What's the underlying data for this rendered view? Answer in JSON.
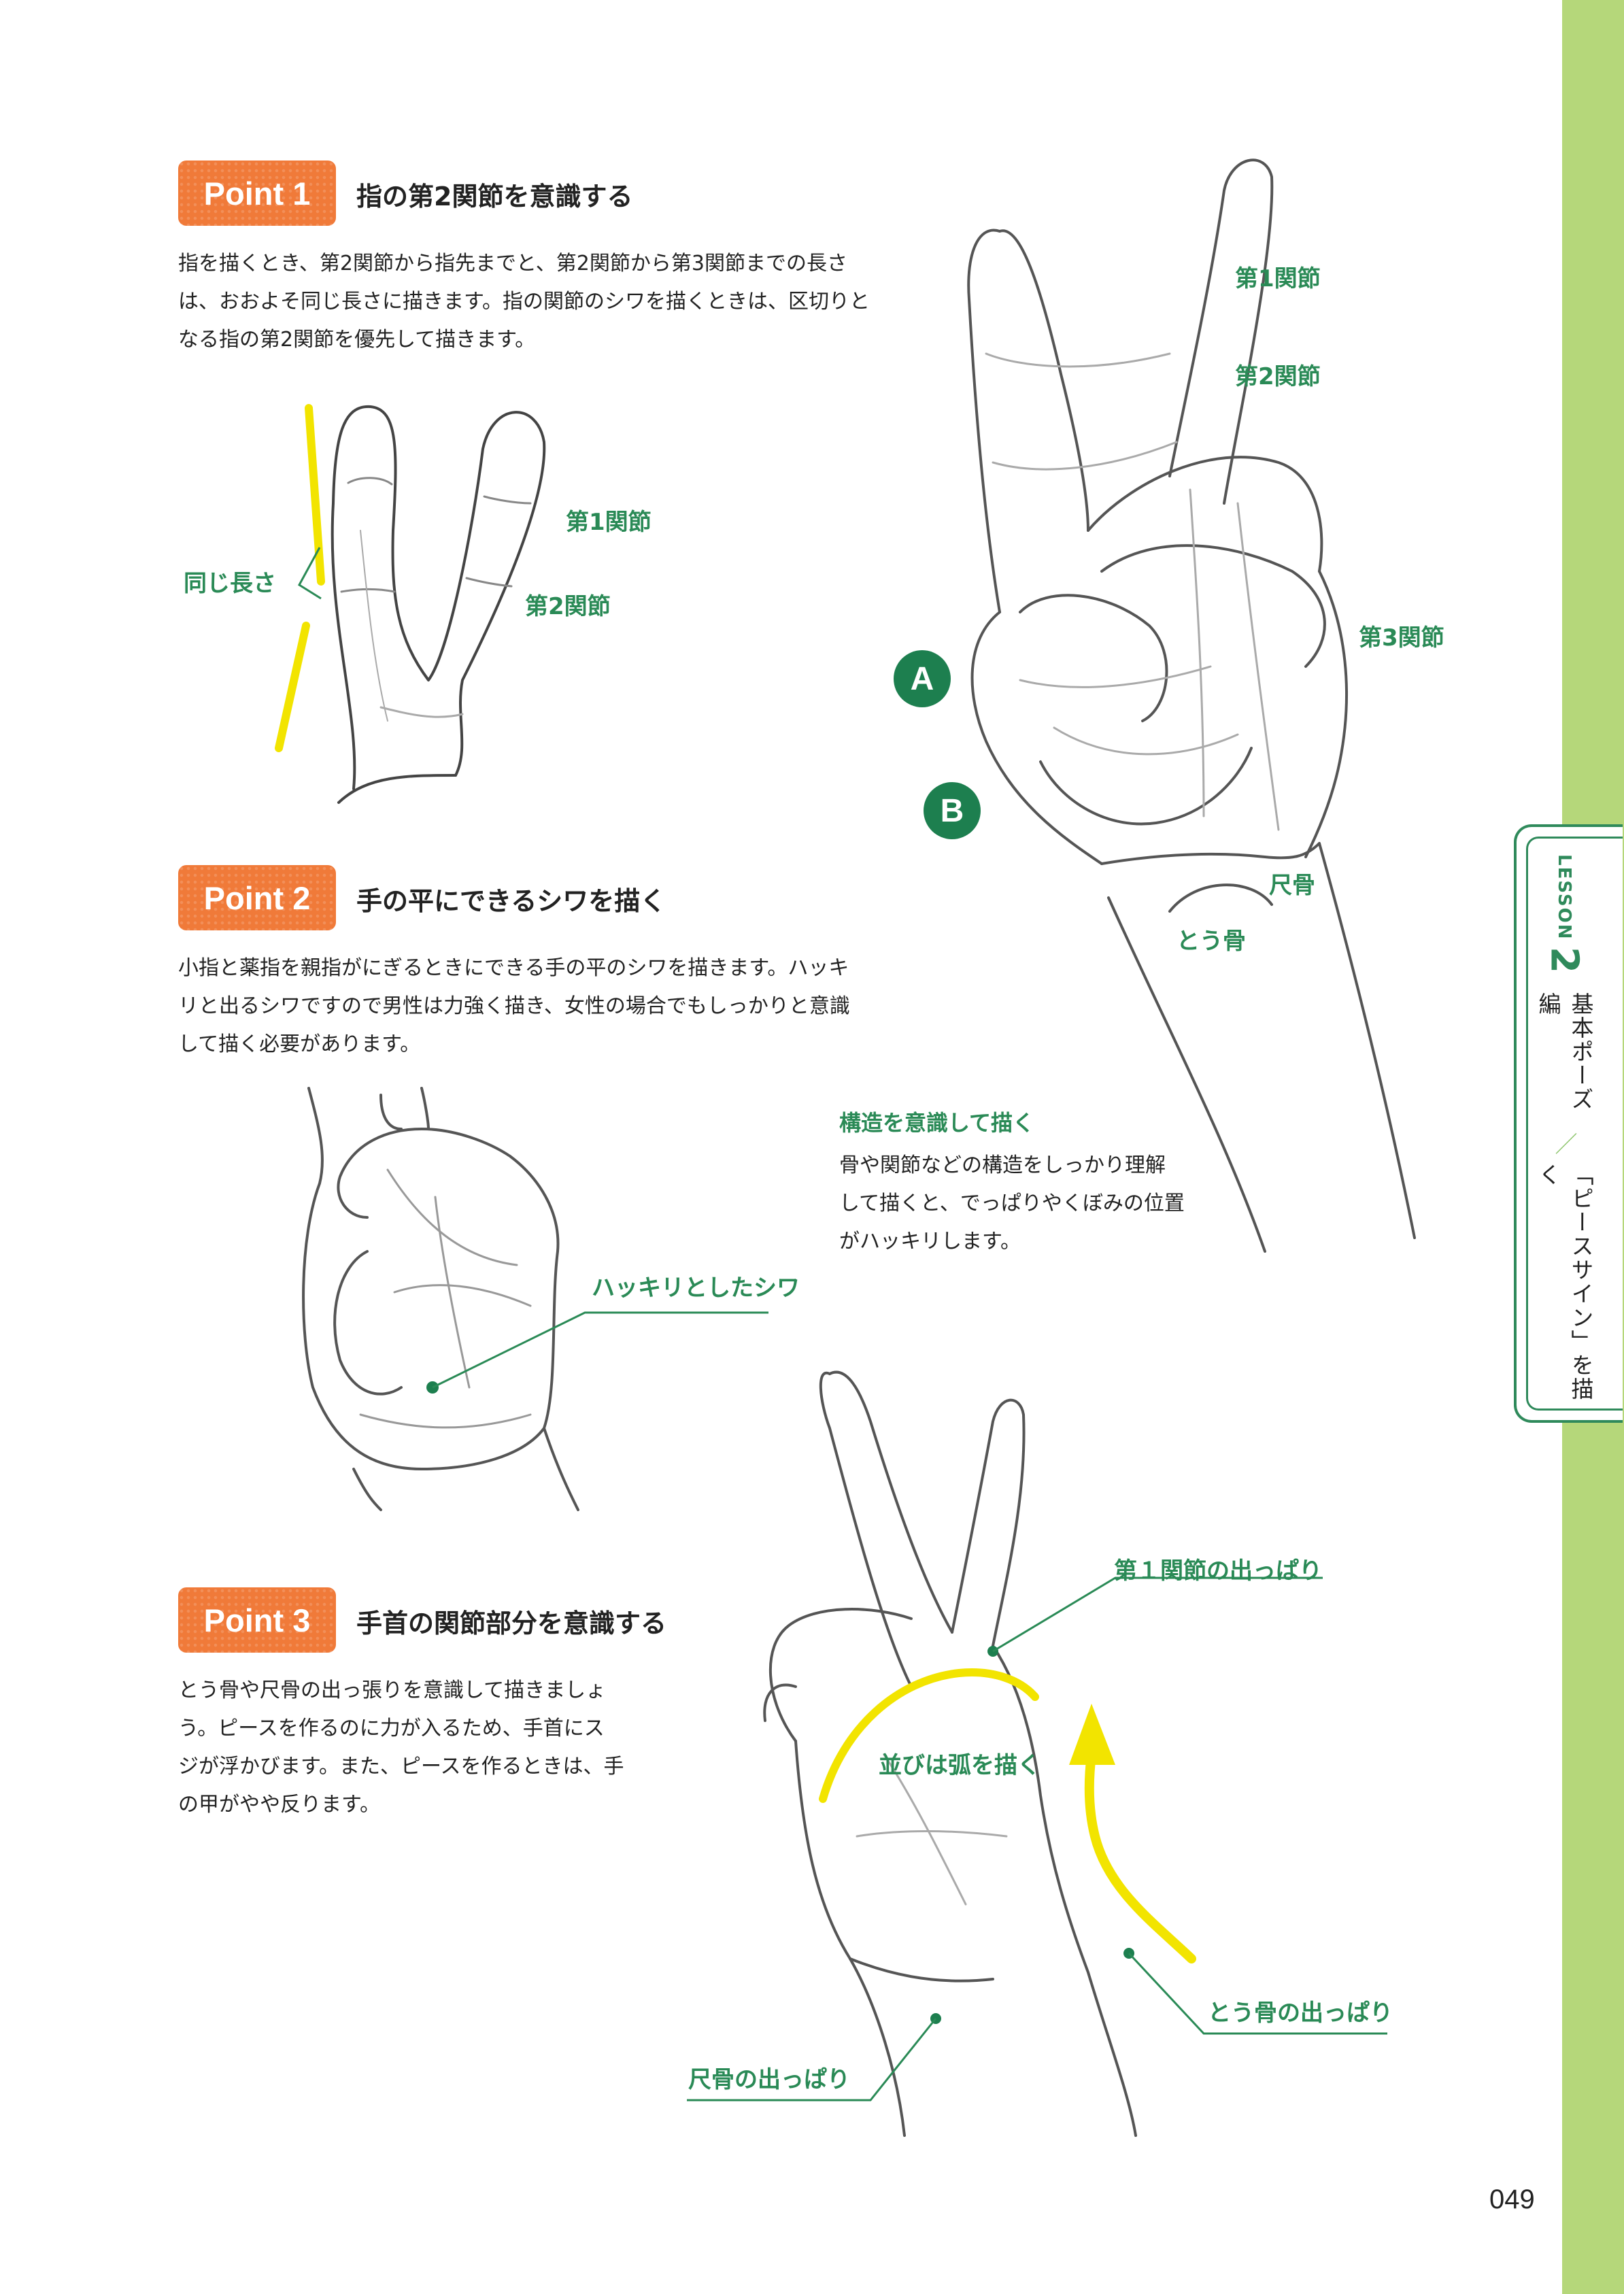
{
  "sidebar": {
    "lesson": "LESSON",
    "number": "2",
    "category": "基本ポーズ編",
    "slash": "／",
    "title": "「ピースサイン」を描く"
  },
  "point1": {
    "badge": "Point 1",
    "heading": "指の第2関節を意識する",
    "lines": [
      "指を描くとき、第2関節から指先までと、第2関節から第3関節までの長さ",
      "は、おおよそ同じ長さに描きます。指の関節のシワを描くときは、区切りと",
      "なる指の第2関節を優先して描きます。"
    ],
    "labels": {
      "same_length": "同じ長さ",
      "joint1": "第1関節",
      "joint2": "第2関節"
    }
  },
  "point2": {
    "badge": "Point 2",
    "heading": "手の平にできるシワを描く",
    "lines": [
      "小指と薬指を親指がにぎるときにできる手の平のシワを描きます。ハッキ",
      "リと出るシワですので男性は力強く描き、女性の場合でもしっかりと意識",
      "して描く必要があります。"
    ],
    "labels": {
      "crease": "ハッキリとしたシワ"
    }
  },
  "point3": {
    "badge": "Point 3",
    "heading": "手首の関節部分を意識する",
    "lines": [
      "とう骨や尺骨の出っ張りを意識して描きましょ",
      "う。ピースを作るのに力が入るため、手首にス",
      "ジが浮かびます。また、ピースを作るときは、手",
      "の甲がやや反ります。"
    ],
    "labels": {
      "knuckle_bump": "第１関節の出っぱり",
      "arc": "並びは弧を描く",
      "radius_bump": "とう骨の出っぱり",
      "ulna_bump": "尺骨の出っぱり"
    }
  },
  "main_hand": {
    "labels": {
      "joint1": "第1関節",
      "joint2": "第2関節",
      "joint3": "第3関節",
      "ulna": "尺骨",
      "radius": "とう骨",
      "marker_a": "A",
      "marker_b": "B"
    },
    "note": {
      "title": "構造を意識して描く",
      "lines": [
        "骨や関節などの構造をしっかり理解",
        "して描くと、でっぱりやくぼみの位置",
        "がハッキリします。"
      ]
    }
  },
  "page_number": "049",
  "colors": {
    "accent_green": "#2a8a56",
    "badge_orange": "#f07a39",
    "highlight_yellow": "#f2e400",
    "band_green": "#b5d77a"
  }
}
